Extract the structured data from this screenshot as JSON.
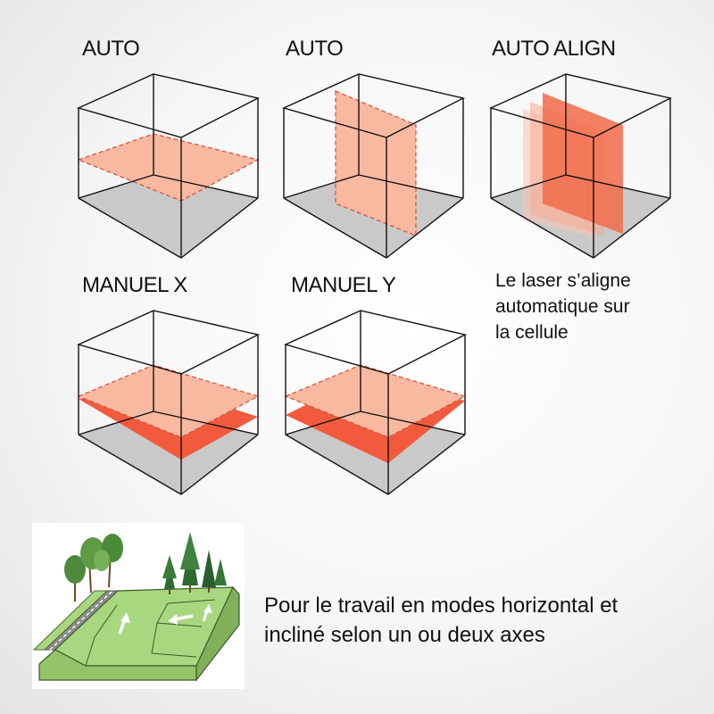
{
  "modes": [
    {
      "label": "AUTO"
    },
    {
      "label": "AUTO"
    },
    {
      "label": "AUTO ALIGN"
    },
    {
      "label": "MANUEL X"
    },
    {
      "label": "MANUEL Y"
    }
  ],
  "align_note": {
    "lines": [
      "Le laser s’aligne",
      "automatique sur",
      "la cellule"
    ]
  },
  "caption": {
    "lines": [
      "Pour le travail en modes horizontal et",
      "incliné selon un ou deux axes"
    ]
  },
  "colors": {
    "laser_light": "#f9b9a1",
    "laser_strong": "#f25a3e",
    "floor": "#c9c9c9",
    "grass": "#a9d77f",
    "road": "#8c8c8c"
  },
  "icons": [
    "up-arrow-icon",
    "left-arrow-icon",
    "up-arrow-icon",
    "tree-icon"
  ]
}
